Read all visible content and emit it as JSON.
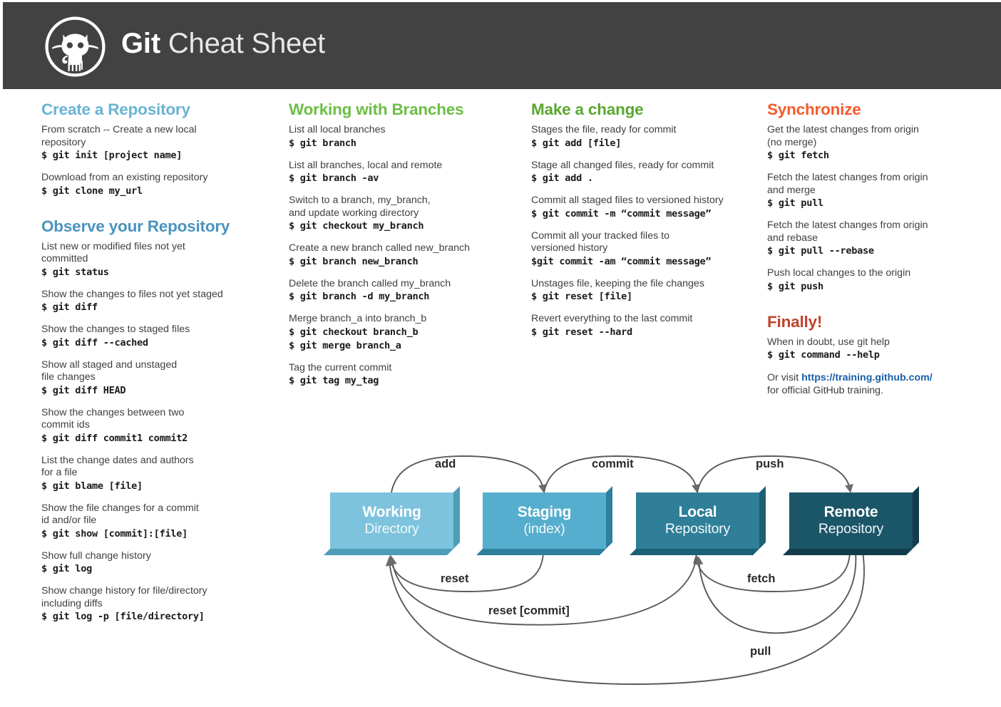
{
  "header": {
    "title_bold": "Git",
    "title_light": " Cheat Sheet",
    "logo_icon": "github-octocat-icon",
    "bg_color": "#424242"
  },
  "colors": {
    "create_repo": "#69b3d4",
    "observe_repo": "#4a93bf",
    "branches": "#6cbe45",
    "make_change": "#5aa731",
    "synchronize": "#f8592a",
    "finally": "#c0432a",
    "link": "#1a5fa8"
  },
  "columns": [
    {
      "id": "col1",
      "sections": [
        {
          "title": "Create a Repository",
          "color": "#69b3d4",
          "entries": [
            {
              "desc": "From scratch -- Create a new local\nrepository",
              "cmds": [
                "$ git init [project name]"
              ]
            },
            {
              "desc": "Download from an existing repository",
              "cmds": [
                "$ git clone my_url"
              ]
            }
          ]
        },
        {
          "title": "Observe your Repository",
          "color": "#4a93bf",
          "spaced": true,
          "entries": [
            {
              "desc": "List new or modified files not yet\ncommitted",
              "cmds": [
                "$ git status"
              ]
            },
            {
              "desc": "Show the changes to files not yet staged",
              "cmds": [
                "$ git diff"
              ]
            },
            {
              "desc": "Show the changes to staged files",
              "cmds": [
                "$ git diff --cached"
              ]
            },
            {
              "desc": "Show all staged and unstaged\nfile changes",
              "cmds": [
                "$ git diff HEAD"
              ]
            },
            {
              "desc": "Show the changes between two\ncommit ids",
              "cmds": [
                "$ git diff commit1 commit2"
              ]
            },
            {
              "desc": "List the change dates and authors\nfor a file",
              "cmds": [
                "$ git blame [file]"
              ]
            },
            {
              "desc": "Show the file changes for a commit\nid and/or file",
              "cmds": [
                "$ git show [commit]:[file]"
              ]
            },
            {
              "desc": "Show full change history",
              "cmds": [
                "$ git log"
              ]
            },
            {
              "desc": "Show change history for file/directory\nincluding diffs",
              "cmds": [
                "$ git log -p [file/directory]"
              ]
            }
          ]
        }
      ]
    },
    {
      "id": "col2",
      "sections": [
        {
          "title": "Working with Branches",
          "color": "#6cbe45",
          "entries": [
            {
              "desc": "List all local branches",
              "cmds": [
                "$ git branch"
              ]
            },
            {
              "desc": "List all branches, local and remote",
              "cmds": [
                "$ git branch -av"
              ]
            },
            {
              "desc": "Switch to a branch, my_branch,\nand update working directory",
              "cmds": [
                "$ git checkout my_branch"
              ]
            },
            {
              "desc": "Create a new branch called new_branch",
              "cmds": [
                "$ git branch new_branch"
              ]
            },
            {
              "desc": "Delete the branch called my_branch",
              "cmds": [
                "$ git branch -d my_branch"
              ]
            },
            {
              "desc": "Merge branch_a into branch_b",
              "cmds": [
                "$ git checkout branch_b",
                "$ git merge branch_a"
              ]
            },
            {
              "desc": "Tag the current commit",
              "cmds": [
                "$ git tag my_tag"
              ]
            }
          ]
        }
      ]
    },
    {
      "id": "col3",
      "sections": [
        {
          "title": "Make a change",
          "color": "#5aa731",
          "entries": [
            {
              "desc": "Stages the file, ready for commit",
              "cmds": [
                "$ git add [file]"
              ]
            },
            {
              "desc": "Stage all changed files, ready for commit",
              "cmds": [
                "$ git add ."
              ]
            },
            {
              "desc": "Commit all staged files to versioned history",
              "cmds": [
                "$ git commit -m “commit message”"
              ]
            },
            {
              "desc": "Commit all your tracked files to\nversioned history",
              "cmds": [
                "$git commit -am “commit message”"
              ]
            },
            {
              "desc": "Unstages file, keeping the file changes",
              "cmds": [
                "$ git reset [file]"
              ]
            },
            {
              "desc": "Revert everything to the last commit",
              "cmds": [
                "$ git reset --hard"
              ]
            }
          ]
        }
      ]
    },
    {
      "id": "col4",
      "sections": [
        {
          "title": "Synchronize",
          "color": "#f8592a",
          "entries": [
            {
              "desc": "Get the latest changes from origin\n(no merge)",
              "cmds": [
                "$ git fetch"
              ]
            },
            {
              "desc": "Fetch the latest changes from origin\nand merge",
              "cmds": [
                "$ git pull"
              ]
            },
            {
              "desc": "Fetch the latest changes from origin\nand rebase",
              "cmds": [
                "$ git pull --rebase"
              ]
            },
            {
              "desc": "Push local changes to the origin",
              "cmds": [
                "$ git push"
              ]
            }
          ]
        },
        {
          "title": "Finally!",
          "color": "#c0432a",
          "spaced": true,
          "entries": [
            {
              "desc": "When in doubt, use git help",
              "cmds": [
                "$ git command --help"
              ]
            }
          ],
          "footer": {
            "prefix": "Or visit ",
            "link": "https://training.github.com/",
            "suffix": "for official GitHub training."
          }
        }
      ]
    }
  ],
  "diagram": {
    "boxes": [
      {
        "name": "working-directory",
        "top": "Working",
        "bottom": "Directory",
        "fill": "#7dc3dd",
        "shade": "#4f9cb8"
      },
      {
        "name": "staging-index",
        "top": "Staging",
        "bottom": "(index)",
        "fill": "#55aecd",
        "shade": "#2e7f9d"
      },
      {
        "name": "local-repository",
        "top": "Local",
        "bottom": "Repository",
        "fill": "#2f7f99",
        "shade": "#1d5f75"
      },
      {
        "name": "remote-repository",
        "top": "Remote",
        "bottom": "Repository",
        "fill": "#1b5568",
        "shade": "#123c4b"
      }
    ],
    "arrow_labels": [
      {
        "name": "add",
        "text": "add"
      },
      {
        "name": "commit",
        "text": "commit"
      },
      {
        "name": "push",
        "text": "push"
      },
      {
        "name": "reset",
        "text": "reset"
      },
      {
        "name": "fetch",
        "text": "fetch"
      },
      {
        "name": "reset-commit",
        "text": "reset [commit]"
      },
      {
        "name": "pull",
        "text": "pull"
      }
    ],
    "stroke_color": "#5a5a5a"
  }
}
